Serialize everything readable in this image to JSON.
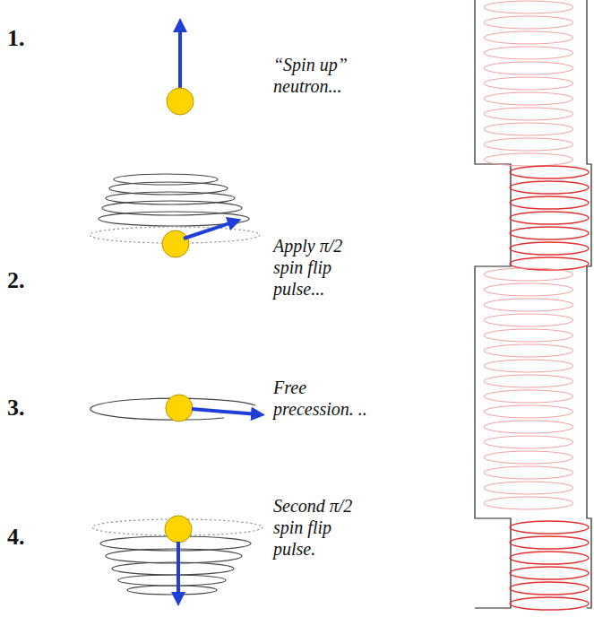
{
  "diagram": {
    "labels": [
      "1.",
      "“Spin up” neutron...",
      "2.",
      "Apply π/2 spin flip pulse...",
      "3.",
      "Free precession. ..",
      "4.",
      "Second π/2 spin flip pulse."
    ]
  }
}
